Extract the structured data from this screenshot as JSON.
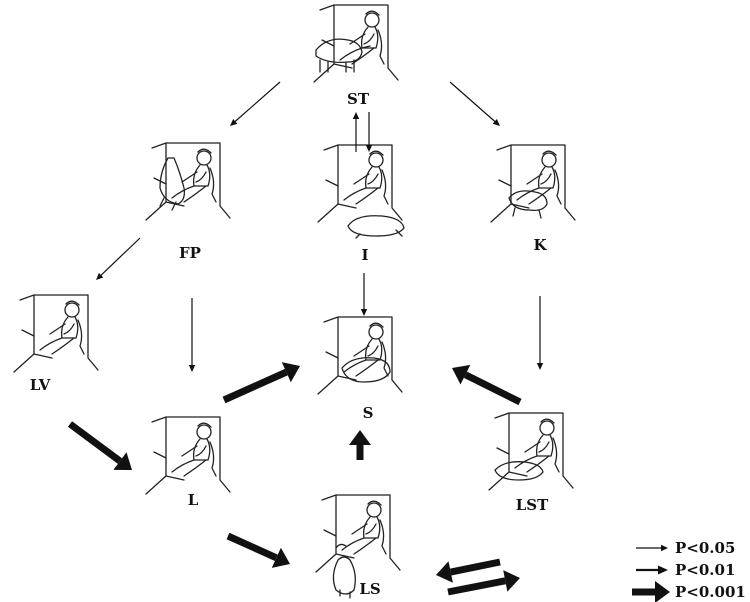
{
  "nodes": [
    {
      "id": "ST",
      "label": "ST",
      "pose": "standing-pig"
    },
    {
      "id": "FP",
      "label": "FP",
      "pose": "pig-on-wall"
    },
    {
      "id": "I",
      "label": "I",
      "pose": "pig-lying-front"
    },
    {
      "id": "K",
      "label": "K",
      "pose": "pig-kneeling"
    },
    {
      "id": "LV",
      "label": "LV",
      "pose": "no-pig"
    },
    {
      "id": "S",
      "label": "S",
      "pose": "pig-in-lap"
    },
    {
      "id": "L",
      "label": "L",
      "pose": "no-pig"
    },
    {
      "id": "LST",
      "label": "LST",
      "pose": "pig-lying"
    },
    {
      "id": "LS",
      "label": "LS",
      "pose": "pig-sitting"
    }
  ],
  "arrows": [
    {
      "from": "ST",
      "to": "FP",
      "significance": "P<0.05"
    },
    {
      "from": "ST",
      "to": "K",
      "significance": "P<0.05"
    },
    {
      "from": "ST",
      "to": "I",
      "significance": "P<0.05"
    },
    {
      "from": "I",
      "to": "ST",
      "significance": "P<0.05"
    },
    {
      "from": "FP",
      "to": "LV",
      "significance": "P<0.05"
    },
    {
      "from": "FP",
      "to": "L",
      "significance": "P<0.05"
    },
    {
      "from": "I",
      "to": "S",
      "significance": "P<0.05"
    },
    {
      "from": "K",
      "to": "LST",
      "significance": "P<0.05"
    },
    {
      "from": "LV",
      "to": "L",
      "significance": "P<0.001"
    },
    {
      "from": "L",
      "to": "S",
      "significance": "P<0.001"
    },
    {
      "from": "LST",
      "to": "S",
      "significance": "P<0.001"
    },
    {
      "from": "LS",
      "to": "S",
      "significance": "P<0.001"
    },
    {
      "from": "L",
      "to": "LS",
      "significance": "P<0.001"
    },
    {
      "from": "LST",
      "to": "LS",
      "significance": "P<0.001"
    },
    {
      "from": "LS",
      "to": "LST",
      "significance": "P<0.001"
    }
  ],
  "legend": [
    {
      "label": "P<0.05",
      "weight": "thin"
    },
    {
      "label": "P<0.01",
      "weight": "medium"
    },
    {
      "label": "P<0.001",
      "weight": "thick"
    }
  ]
}
